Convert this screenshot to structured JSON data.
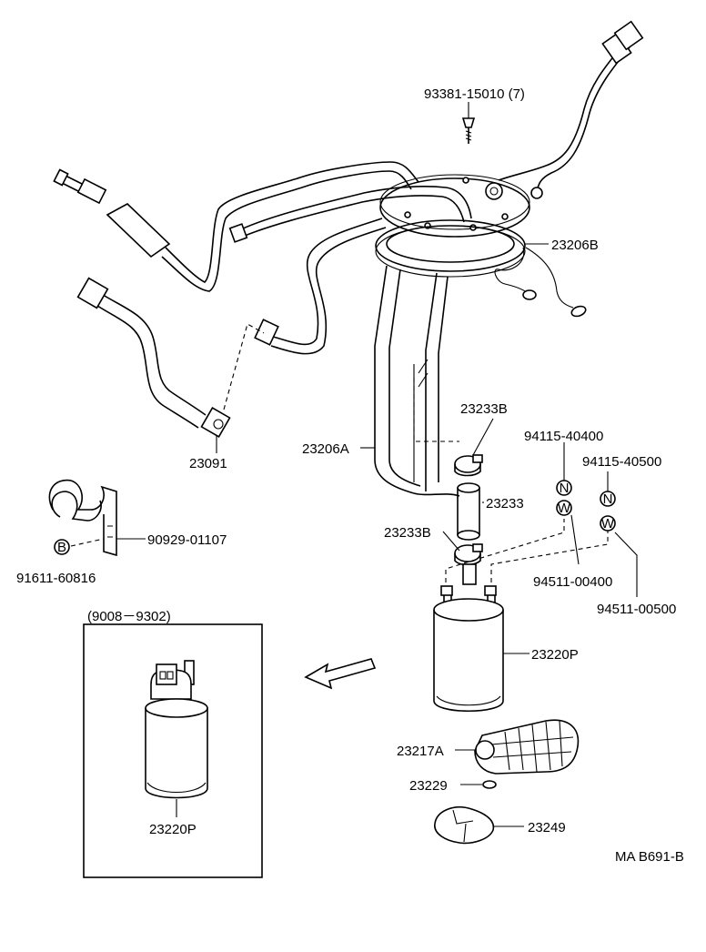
{
  "labels": {
    "screw": "93381-15010 (7)",
    "gasket": "23206B",
    "hose_small": "23091",
    "bracket_assy": "23206A",
    "clamp_upper": "23233B",
    "hose_pump": "23233",
    "clamp_lower": "23233B",
    "nut_a": "94115-40400",
    "nut_b": "94115-40500",
    "washer_a": "94511-00400",
    "washer_b": "94511-00500",
    "clamp_part": "90929-01107",
    "bolt": "91611-60816",
    "pump": "23220P",
    "filter": "23217A",
    "ring": "23229",
    "cushion": "23249",
    "inset_range": "(9008－9302)",
    "inset_pump": "23220P",
    "figure_code": "MA B691-B"
  },
  "symbols": {
    "n1": "N",
    "w1": "W",
    "n2": "N",
    "w2": "W",
    "b1": "B"
  }
}
